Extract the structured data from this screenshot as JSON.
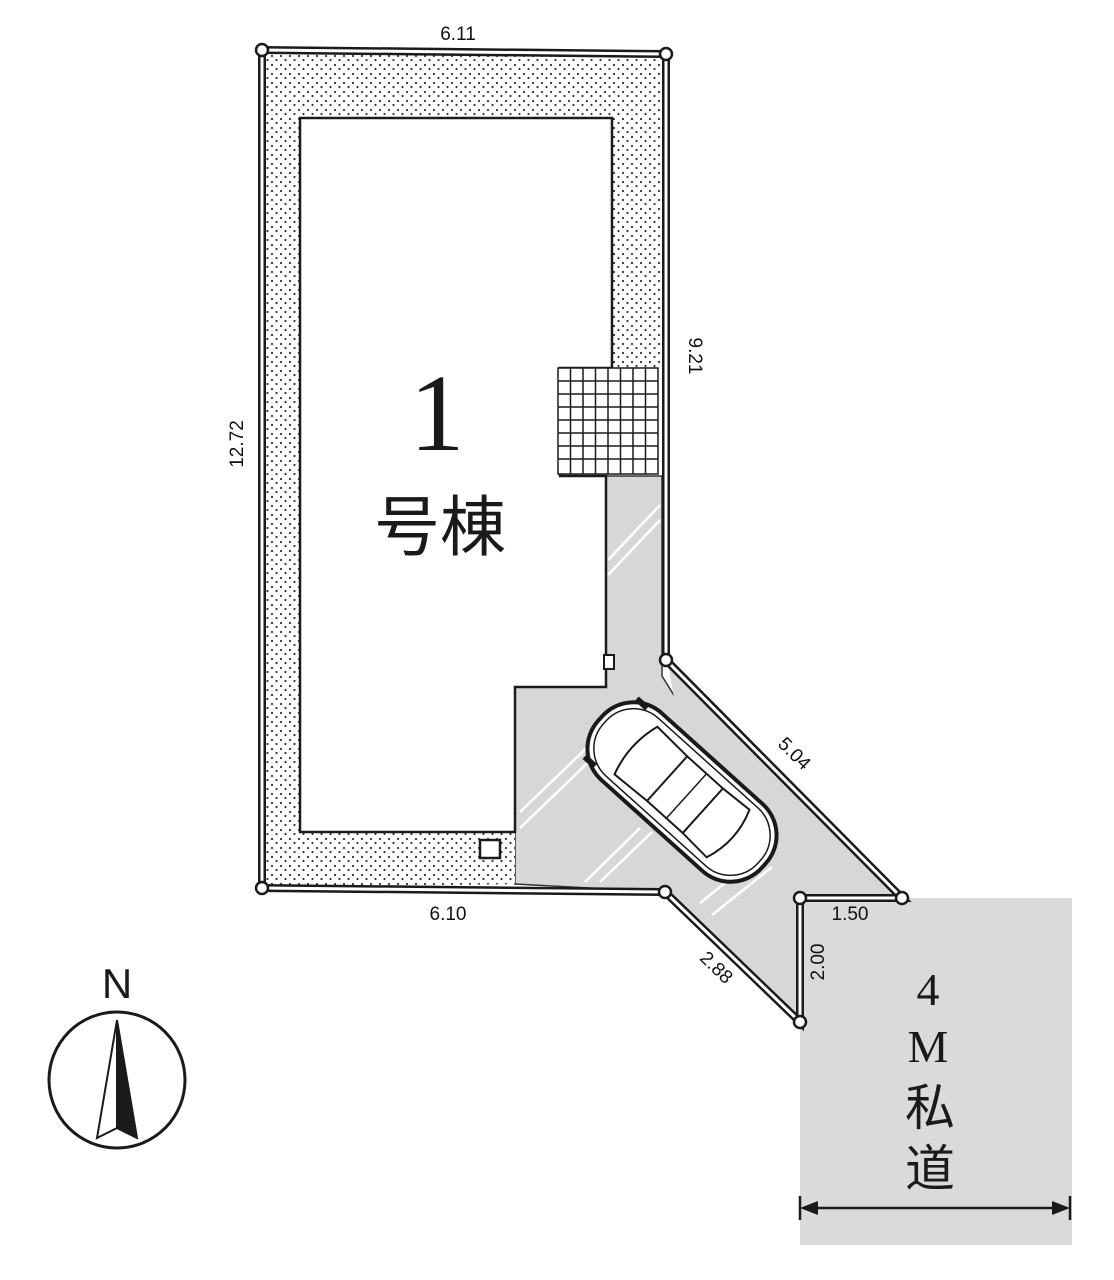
{
  "plot": {
    "unit_number": "1",
    "unit_suffix": "号棟"
  },
  "dimensions": {
    "top": "6.11",
    "left": "12.72",
    "right": "9.21",
    "bottom": "6.10",
    "diagonal_upper": "5.04",
    "diagonal_lower": "2.88",
    "road_edge": "1.50",
    "road_side": "2.00"
  },
  "road": {
    "width_number": "4",
    "width_unit": "M",
    "type_char_1": "私",
    "type_char_2": "道"
  },
  "compass": {
    "label": "N"
  },
  "colors": {
    "line": "#1a1a1a",
    "gray_fill": "#d7d7d7",
    "road_fill": "#dadada"
  }
}
